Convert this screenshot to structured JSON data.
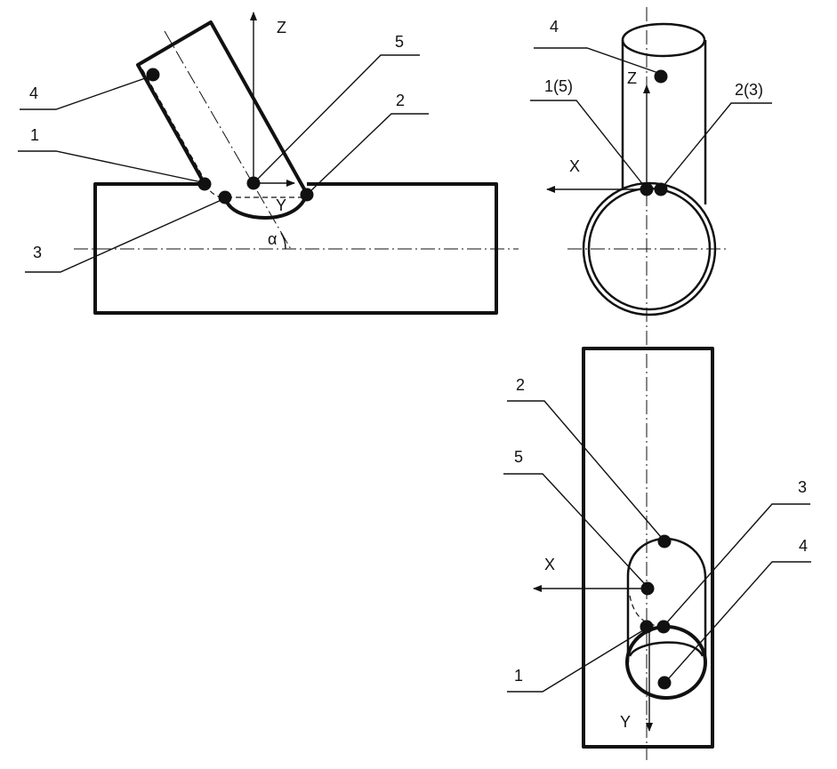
{
  "views": {
    "side": {
      "axes": {
        "z": "Z",
        "y": "Y",
        "angle": "α"
      },
      "callouts": [
        "4",
        "5",
        "1",
        "2",
        "3"
      ]
    },
    "end": {
      "axes": {
        "z": "Z",
        "x": "X"
      },
      "callouts": [
        "4",
        "1(5)",
        "2(3)"
      ]
    },
    "top": {
      "axes": {
        "x": "X",
        "y": "Y"
      },
      "callouts": [
        "2",
        "5",
        "3",
        "4",
        "1"
      ]
    }
  }
}
